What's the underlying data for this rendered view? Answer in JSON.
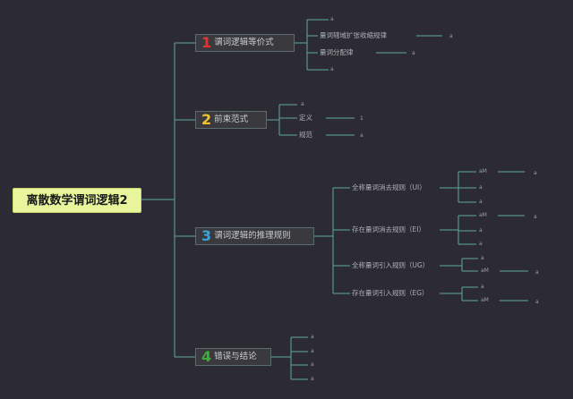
{
  "root": "离散数学谓词逻辑2",
  "colors": {
    "background": "#2c2a32",
    "line": "#5fa8a0",
    "root_fill": "#e9f59c",
    "num1": "#e8322e",
    "num2": "#f2c230",
    "num3": "#3aa3dd",
    "num4": "#3cae3c"
  },
  "topics": [
    {
      "num": "1",
      "label": "谓词逻辑等价式",
      "children": [
        {
          "label": "a"
        },
        {
          "label": "量词辖域扩张收缩规律",
          "leaf": "a"
        },
        {
          "label": "量词分配律",
          "leaf": "a"
        },
        {
          "label": "a"
        }
      ]
    },
    {
      "num": "2",
      "label": "前束范式",
      "children": [
        {
          "label": "a"
        },
        {
          "label": "定义",
          "leaf": "1"
        },
        {
          "label": "规范",
          "leaf": "a"
        }
      ]
    },
    {
      "num": "3",
      "label": "谓词逻辑的推理规则",
      "children": [
        {
          "label": "全称量词消去规则（UI）",
          "items": [
            {
              "label": "aM",
              "leaf": "a"
            },
            {
              "label": "a"
            },
            {
              "label": "a"
            }
          ]
        },
        {
          "label": "存在量词消去规则（EI）",
          "items": [
            {
              "label": "aM",
              "leaf": "a"
            },
            {
              "label": "a"
            },
            {
              "label": "a"
            }
          ]
        },
        {
          "label": "全称量词引入规则（UG）",
          "items": [
            {
              "label": "a"
            },
            {
              "label": "aM",
              "leaf": "a"
            }
          ]
        },
        {
          "label": "存在量词引入规则（EG）",
          "items": [
            {
              "label": "a"
            },
            {
              "label": "aM",
              "leaf": "a"
            }
          ]
        }
      ]
    },
    {
      "num": "4",
      "label": "错误与结论",
      "children": [
        {
          "label": "a"
        },
        {
          "label": "a"
        },
        {
          "label": "a"
        },
        {
          "label": "a"
        }
      ]
    }
  ]
}
